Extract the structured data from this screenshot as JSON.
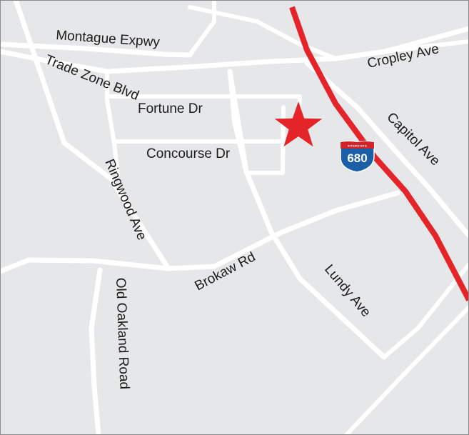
{
  "map": {
    "colors": {
      "land": "#e6e7e9",
      "road": "#ffffff",
      "freeway": "#e42428",
      "marker": "#e42428",
      "label": "#1b1b1b",
      "shield_blue": "#1b5fa8",
      "shield_red": "#d2232a",
      "border": "#8a8a8a"
    },
    "streets": {
      "montague": "Montague Expwy",
      "trade_zone": "Trade Zone Blvd",
      "cropley": "Cropley Ave",
      "fortune": "Fortune Dr",
      "concourse": "Concourse Dr",
      "capitol": "Capitol Ave",
      "ringwood": "Ringwood Ave",
      "brokaw": "Brokaw Rd",
      "lundy": "Lundy Ave",
      "old_oakland": "Old Oakland Road"
    },
    "shield": {
      "label": "INTERSTATE",
      "number": "680"
    },
    "marker_icon": "star-icon"
  }
}
